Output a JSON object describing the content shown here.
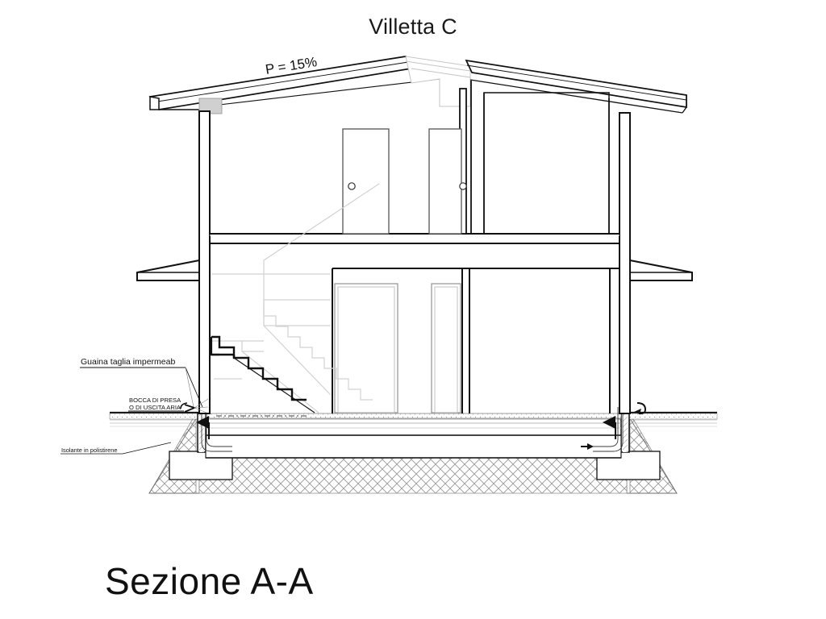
{
  "drawing": {
    "title": "Villetta C",
    "caption": "Sezione A-A",
    "type": "architectural-building-section",
    "line_color": "#111111",
    "light_line_color": "#b8b8b8",
    "hatch_color": "#8d8d8d",
    "fill_gray": "#d0d0d0",
    "background": "#ffffff"
  },
  "annotations": {
    "roof_slope": "P = 15%",
    "waterproof_membrane": "Guaina taglia impermeab",
    "air_intake_line1": "BOCCA DI PRESA",
    "air_intake_line2": "O DI USCITA ARIA",
    "insulation": "Isolante in polistirene"
  },
  "elements": {
    "roof": "pitched-roof-two-slopes",
    "ridge_detail": "ridge-cap",
    "left_eave_beam": "gray-filled-beam",
    "upper_floor_doors": 2,
    "door_handle": "round-knob",
    "balconies": 2,
    "staircase_section": "bold-black-stair-in-section",
    "staircase_elevation": "light-gray-stair-behind",
    "foundation_footings": 2,
    "ground_hatch": "cross-hatch-terrain",
    "ventilation_ducts": "air-duct-with-arrows"
  }
}
